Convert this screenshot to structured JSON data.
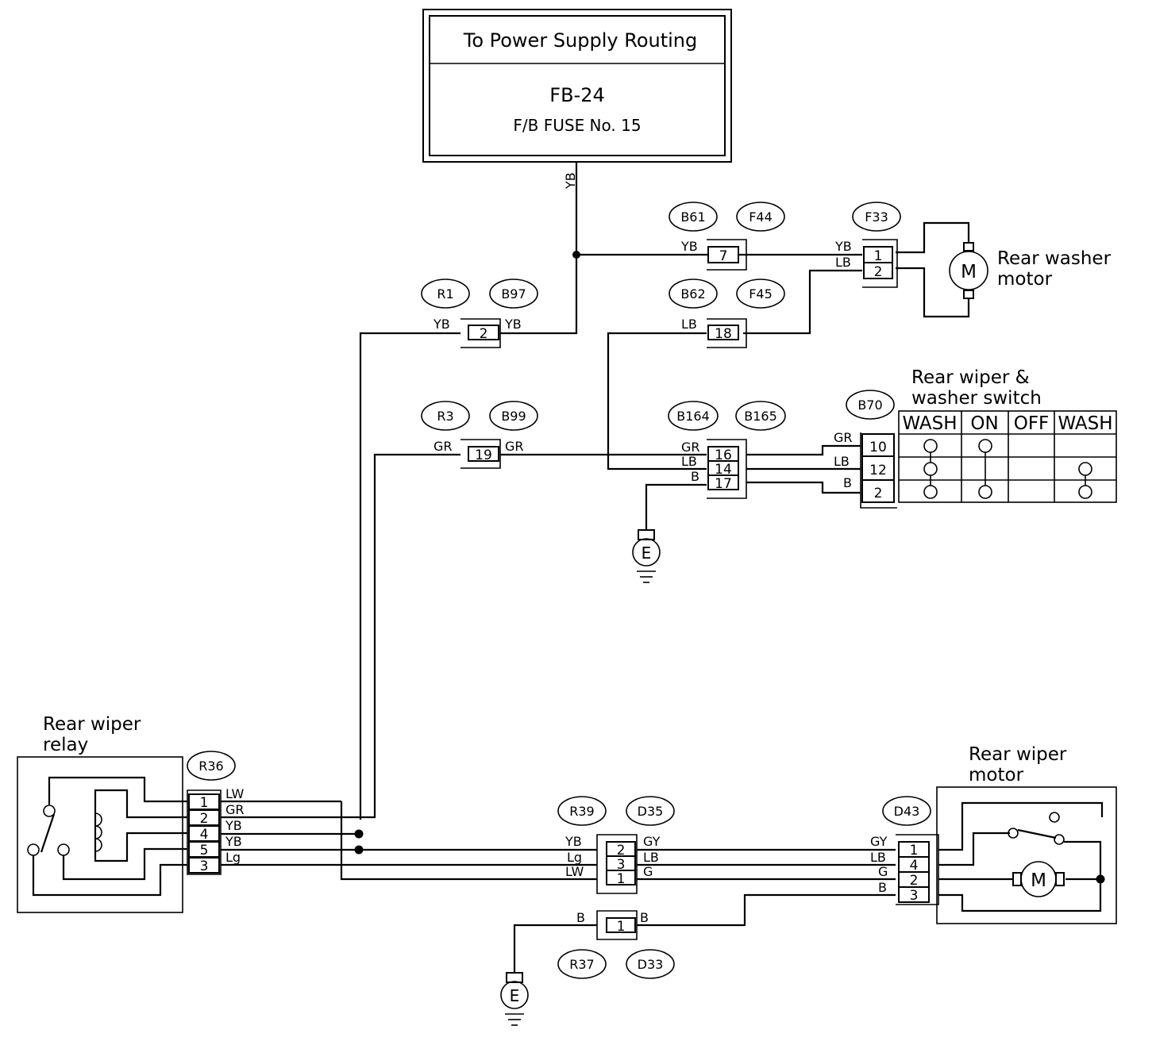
{
  "supply": {
    "routing_label": "To Power Supply Routing",
    "fuse_code": "FB-24",
    "fuse_desc": "F/B FUSE No. 15"
  },
  "components": {
    "rear_washer_motor": [
      "Rear washer",
      "motor"
    ],
    "rear_wiper_switch": [
      "Rear wiper &",
      "washer switch"
    ],
    "rear_wiper_relay": [
      "Rear wiper",
      "relay"
    ],
    "rear_wiper_motor": [
      "Rear wiper",
      "motor"
    ],
    "motor_symbol": "M",
    "ground_symbol": "E"
  },
  "connectors": {
    "b61": "B61",
    "f44": "F44",
    "f33": "F33",
    "r1": "R1",
    "b97": "B97",
    "b62": "B62",
    "f45": "F45",
    "r3": "R3",
    "b99": "B99",
    "b164": "B164",
    "b165": "B165",
    "b70": "B70",
    "r36": "R36",
    "r39": "R39",
    "d35": "D35",
    "d43": "D43",
    "r37": "R37",
    "d33": "D33"
  },
  "pins": {
    "b61_f44": "7",
    "f33": [
      "1",
      "2"
    ],
    "r1_b97": "2",
    "b62_f45": "18",
    "r3_b99": "19",
    "b164_b165": [
      "16",
      "14",
      "17"
    ],
    "b70": [
      "10",
      "12",
      "2"
    ],
    "r36": [
      "1",
      "2",
      "4",
      "5",
      "3"
    ],
    "r39_d35": [
      "2",
      "3",
      "1"
    ],
    "d43": [
      "1",
      "4",
      "2",
      "3"
    ],
    "r37_d33": "1"
  },
  "wire_colors": {
    "yb": "YB",
    "lb": "LB",
    "gr": "GR",
    "b": "B",
    "lw": "LW",
    "lg": "Lg",
    "gy": "GY",
    "g": "G"
  },
  "switch_table": {
    "headers": [
      "WASH",
      "ON",
      "OFF",
      "WASH"
    ]
  }
}
